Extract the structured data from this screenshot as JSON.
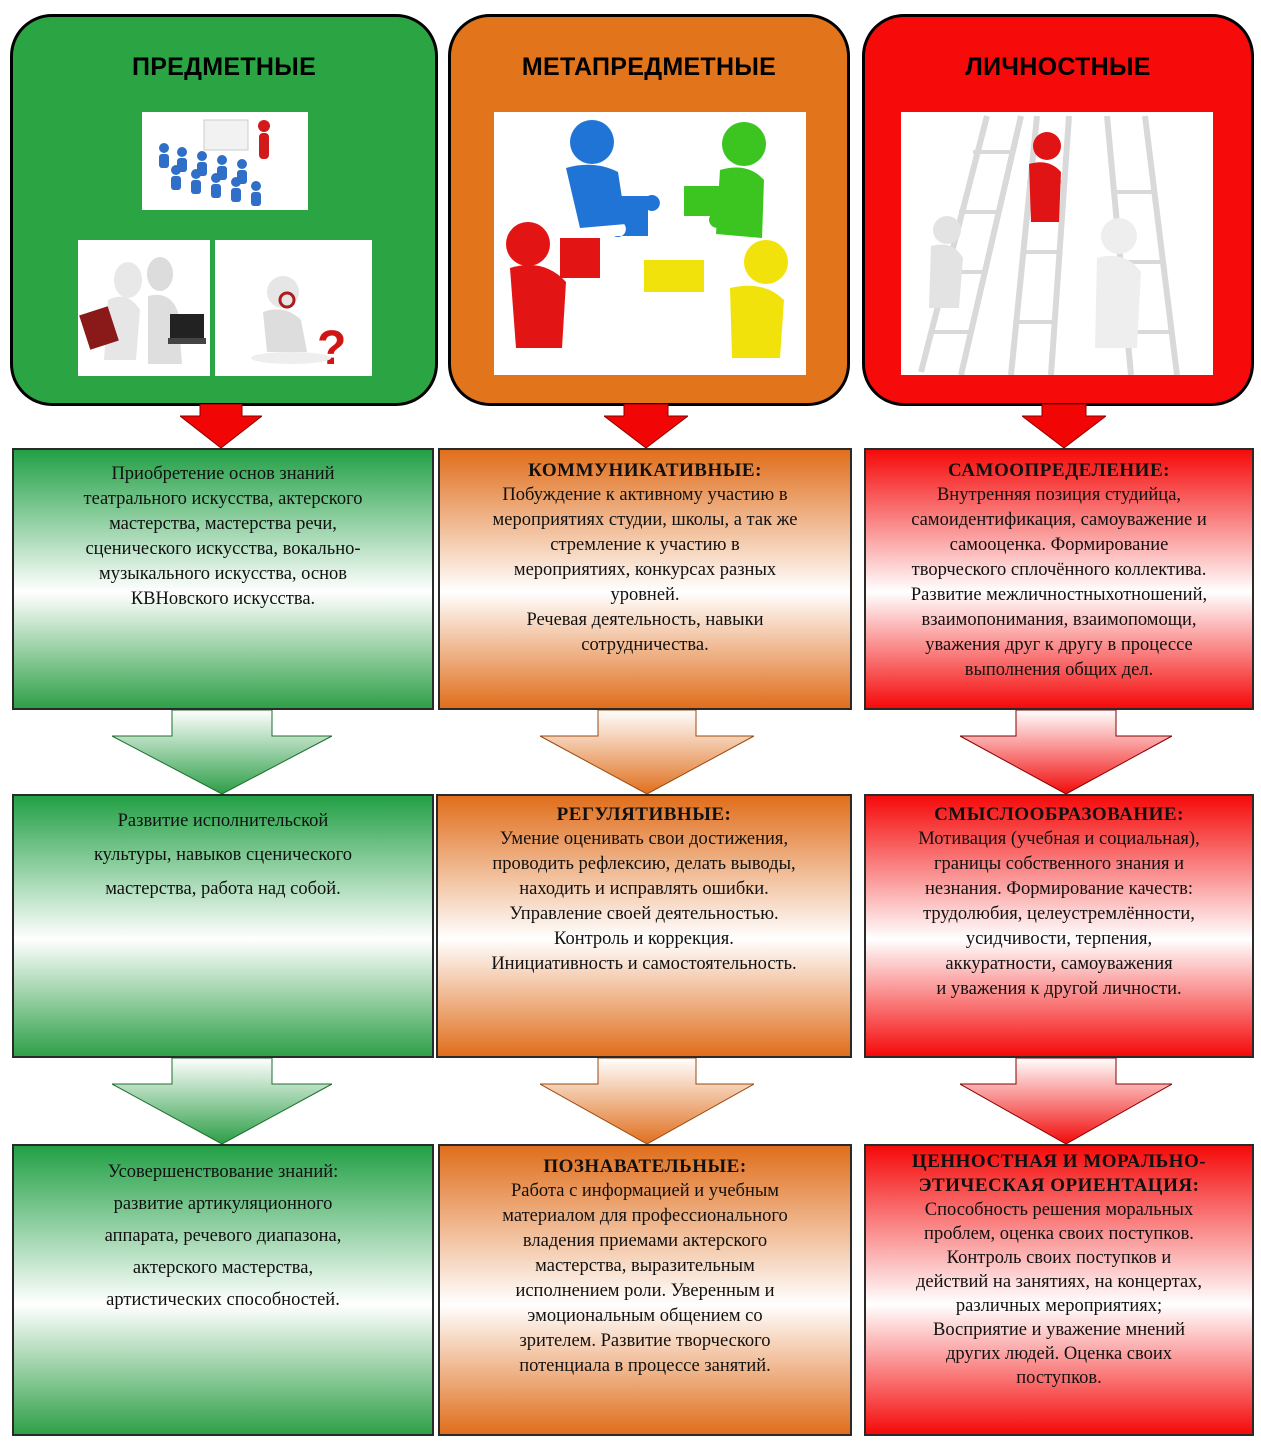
{
  "columns": [
    {
      "title": "ПРЕДМЕТНЫЕ",
      "color": "#2ba544",
      "boxes": [
        {
          "heading": "",
          "lines": [
            "Приобретение основ  знаний",
            "театрального искусства, актерского",
            "мастерства, мастерства речи,",
            "сценического искусства, вокально-",
            "музыкального искусства, основ",
            "КВНовского искусства."
          ]
        },
        {
          "heading": "",
          "lines": [
            "Развитие исполнительской",
            "культуры, навыков  сценического",
            "мастерства, работа над собой."
          ]
        },
        {
          "heading": "",
          "lines": [
            "Усовершенствование знаний:",
            "развитие артикуляционного",
            "аппарата, речевого диапазона,",
            "актерского мастерства,",
            "артистических способностей."
          ]
        }
      ]
    },
    {
      "title": "МЕТАПРЕДМЕТНЫЕ",
      "color": "#e2741c",
      "boxes": [
        {
          "heading": "КОММУНИКАТИВНЫЕ:",
          "lines": [
            "Побуждение к активному участию в",
            "мероприятиях студии, школы, а так же",
            "стремление к участию в",
            "мероприятиях, конкурсах разных",
            "уровней.",
            "Речевая деятельность, навыки",
            "сотрудничества."
          ]
        },
        {
          "heading": "РЕГУЛЯТИВНЫЕ:",
          "lines": [
            "Умение оценивать свои достижения,",
            "проводить рефлексию, делать выводы,",
            "находить и исправлять ошибки.",
            "Управление  своей деятельностью.",
            "Контроль и коррекция.",
            "Инициативность и самостоятельность."
          ]
        },
        {
          "heading": "ПОЗНАВАТЕЛЬНЫЕ:",
          "lines": [
            "Работа с информацией и учебным",
            "материалом для профессионального",
            "владения приемами актерского",
            "мастерства, выразительным",
            "исполнением роли. Уверенным  и",
            "эмоциональным общением со",
            "зрителем. Развитие творческого",
            "потенциала в процессе занятий."
          ]
        }
      ]
    },
    {
      "title": "ЛИЧНОСТНЫЕ",
      "color": "#f60a0a",
      "boxes": [
        {
          "heading": "САМООПРЕДЕЛЕНИЕ:",
          "lines": [
            "Внутренняя позиция студийца,",
            "самоидентификация, самоуважение и",
            "самооценка. Формирование",
            "творческого сплочённого коллектива.",
            "Развитие межличностныхотношений,",
            "взаимопонимания, взаимопомощи,",
            "уважения друг к другу в процессе",
            "выполнения общих дел."
          ]
        },
        {
          "heading": "СМЫСЛООБРАЗОВАНИЕ:",
          "lines": [
            "Мотивация (учебная и социальная),",
            "границы собственного знания и",
            "незнания. Формирование качеств:",
            "трудолюбия, целеустремлённости,",
            "усидчивости, терпения,",
            "аккуратности, самоуважения",
            "и уважения к другой личности."
          ]
        },
        {
          "heading": "ЦЕННОСТНАЯ И МОРАЛЬНО-ЭТИЧЕСКАЯ ОРИЕНТАЦИЯ:",
          "lines": [
            "Способность решения моральных",
            "проблем, оценка своих поступков.",
            "Контроль своих поступков и",
            "действий на занятиях, на концертах,",
            "различных мероприятиях;",
            "Восприятие и уважение мнений",
            "других людей. Оценка своих",
            "поступков."
          ]
        }
      ]
    }
  ]
}
